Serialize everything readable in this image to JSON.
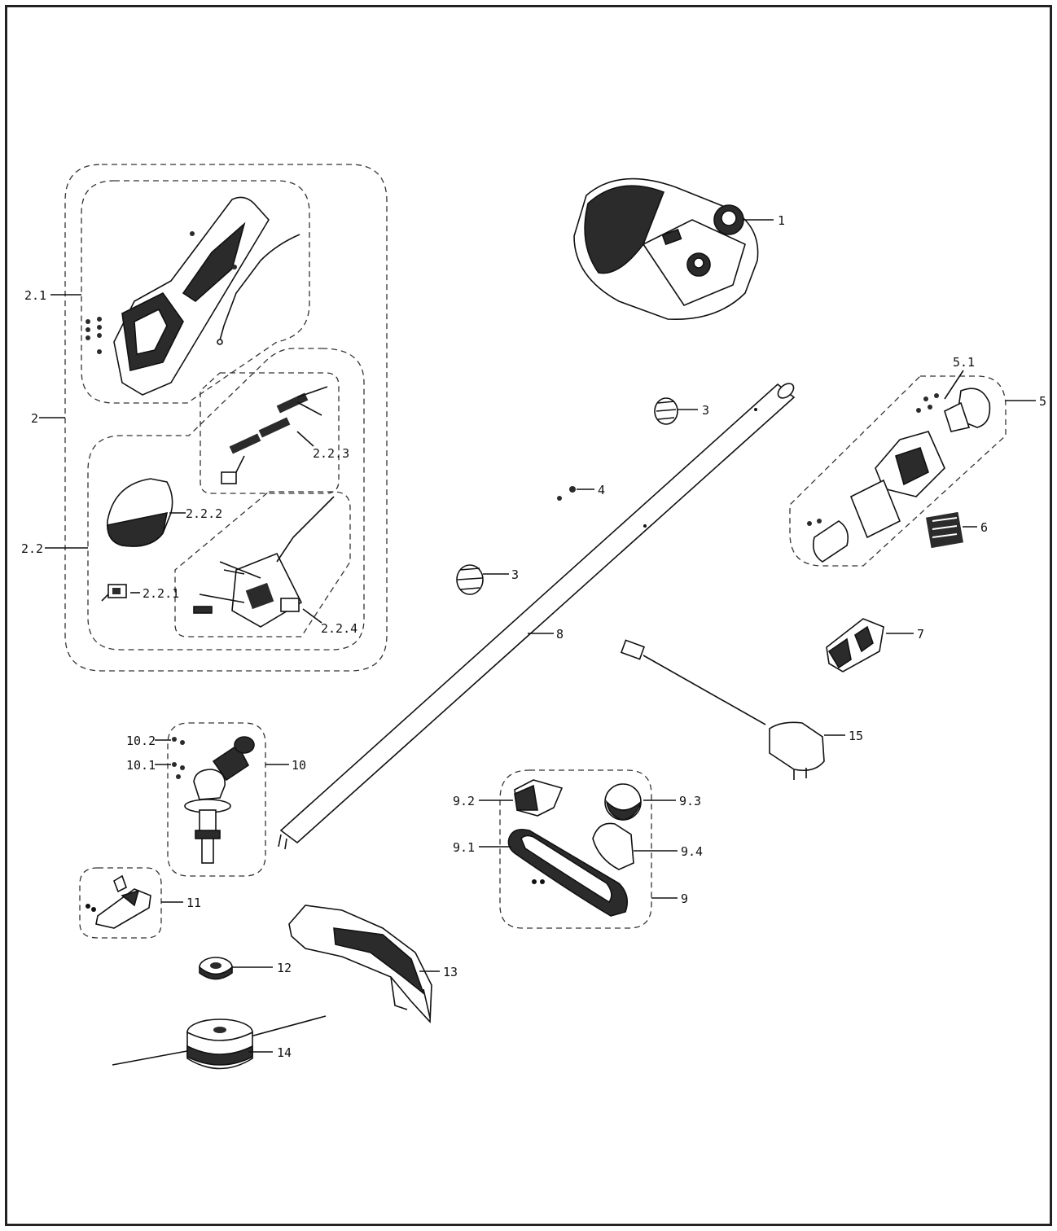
{
  "colors": {
    "line": "#111111",
    "part_fill": "#ffffff",
    "dark_fill": "#2b2b2b",
    "background": "#ffffff"
  },
  "labels": {
    "l1": "1",
    "l2": "2",
    "l2_1": "2.1",
    "l2_2": "2.2",
    "l2_2_1": "2.2.1",
    "l2_2_2": "2.2.2",
    "l2_2_3": "2.2.3",
    "l2_2_4": "2.2.4",
    "l3_top": "3",
    "l3_bottom": "3",
    "l4": "4",
    "l5": "5",
    "l5_1": "5.1",
    "l6": "6",
    "l7": "7",
    "l8": "8",
    "l9": "9",
    "l9_1": "9.1",
    "l9_2": "9.2",
    "l9_3": "9.3",
    "l9_4": "9.4",
    "l10": "10",
    "l10_1": "10.1",
    "l10_2": "10.2",
    "l11": "11",
    "l12": "12",
    "l13": "13",
    "l14": "14",
    "l15": "15"
  }
}
